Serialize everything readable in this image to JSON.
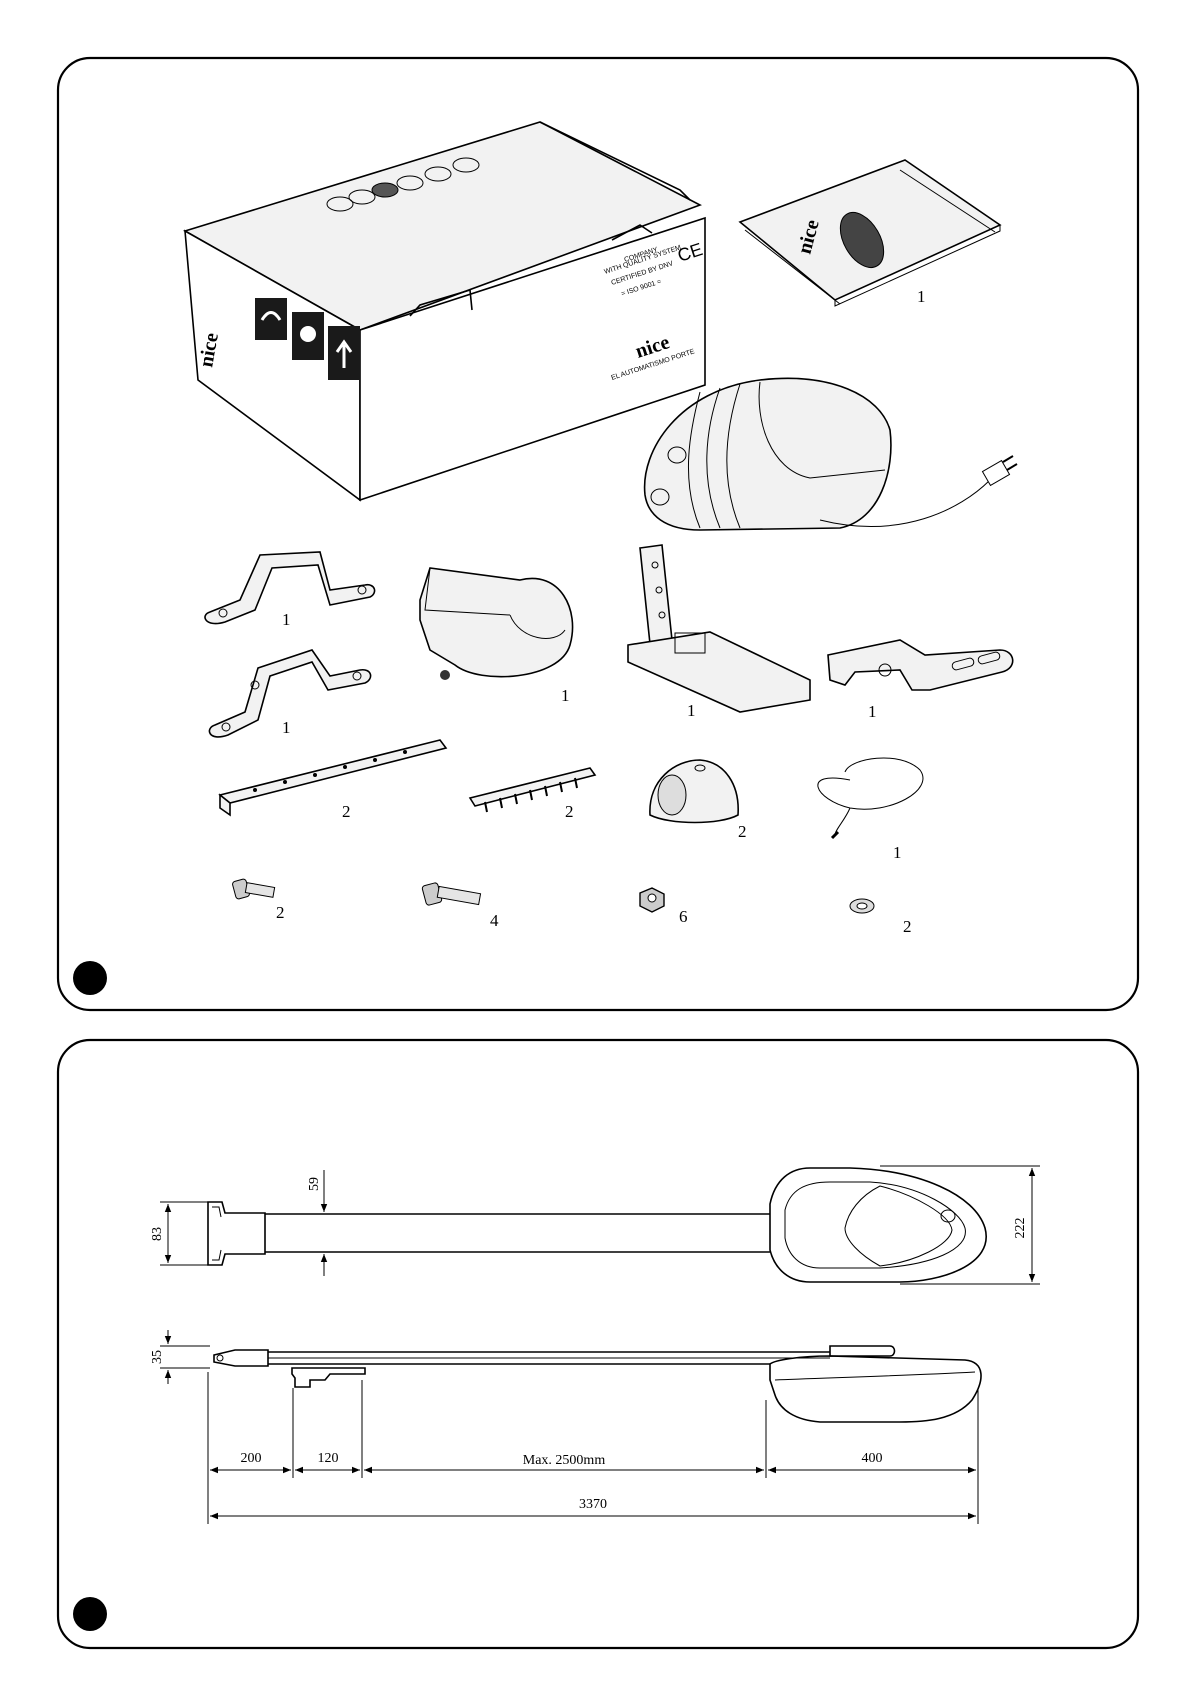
{
  "colors": {
    "frame": "#000000",
    "background": "#ffffff",
    "marker": "#000000"
  },
  "panel1": {
    "quantities": {
      "manual": "1",
      "bracket_a": "1",
      "bracket_b": "1",
      "cover": "1",
      "carriage": "1",
      "release": "1",
      "strap": "2",
      "clip": "2",
      "dome": "2",
      "cable": "1",
      "screw_short": "2",
      "screw_long": "4",
      "nut": "6",
      "washer": "2"
    },
    "box_text": {
      "logo": "nice",
      "company_line1": "COMPANY",
      "company_line2": "WITH QUALITY SYSTEM",
      "company_line3": "CERTIFIED BY DNV",
      "company_line4": "= ISO 9001 =",
      "ce_mark": "CE",
      "slogan": "EL AUTOMATISMO PORTE"
    },
    "manual_text": {
      "logo": "nice"
    }
  },
  "panel2": {
    "dims": {
      "d83": "83",
      "d59": "59",
      "d222": "222",
      "d35": "35",
      "d200": "200",
      "d120": "120",
      "dmax": "Max. 2500mm",
      "d400": "400",
      "d3370": "3370"
    }
  }
}
